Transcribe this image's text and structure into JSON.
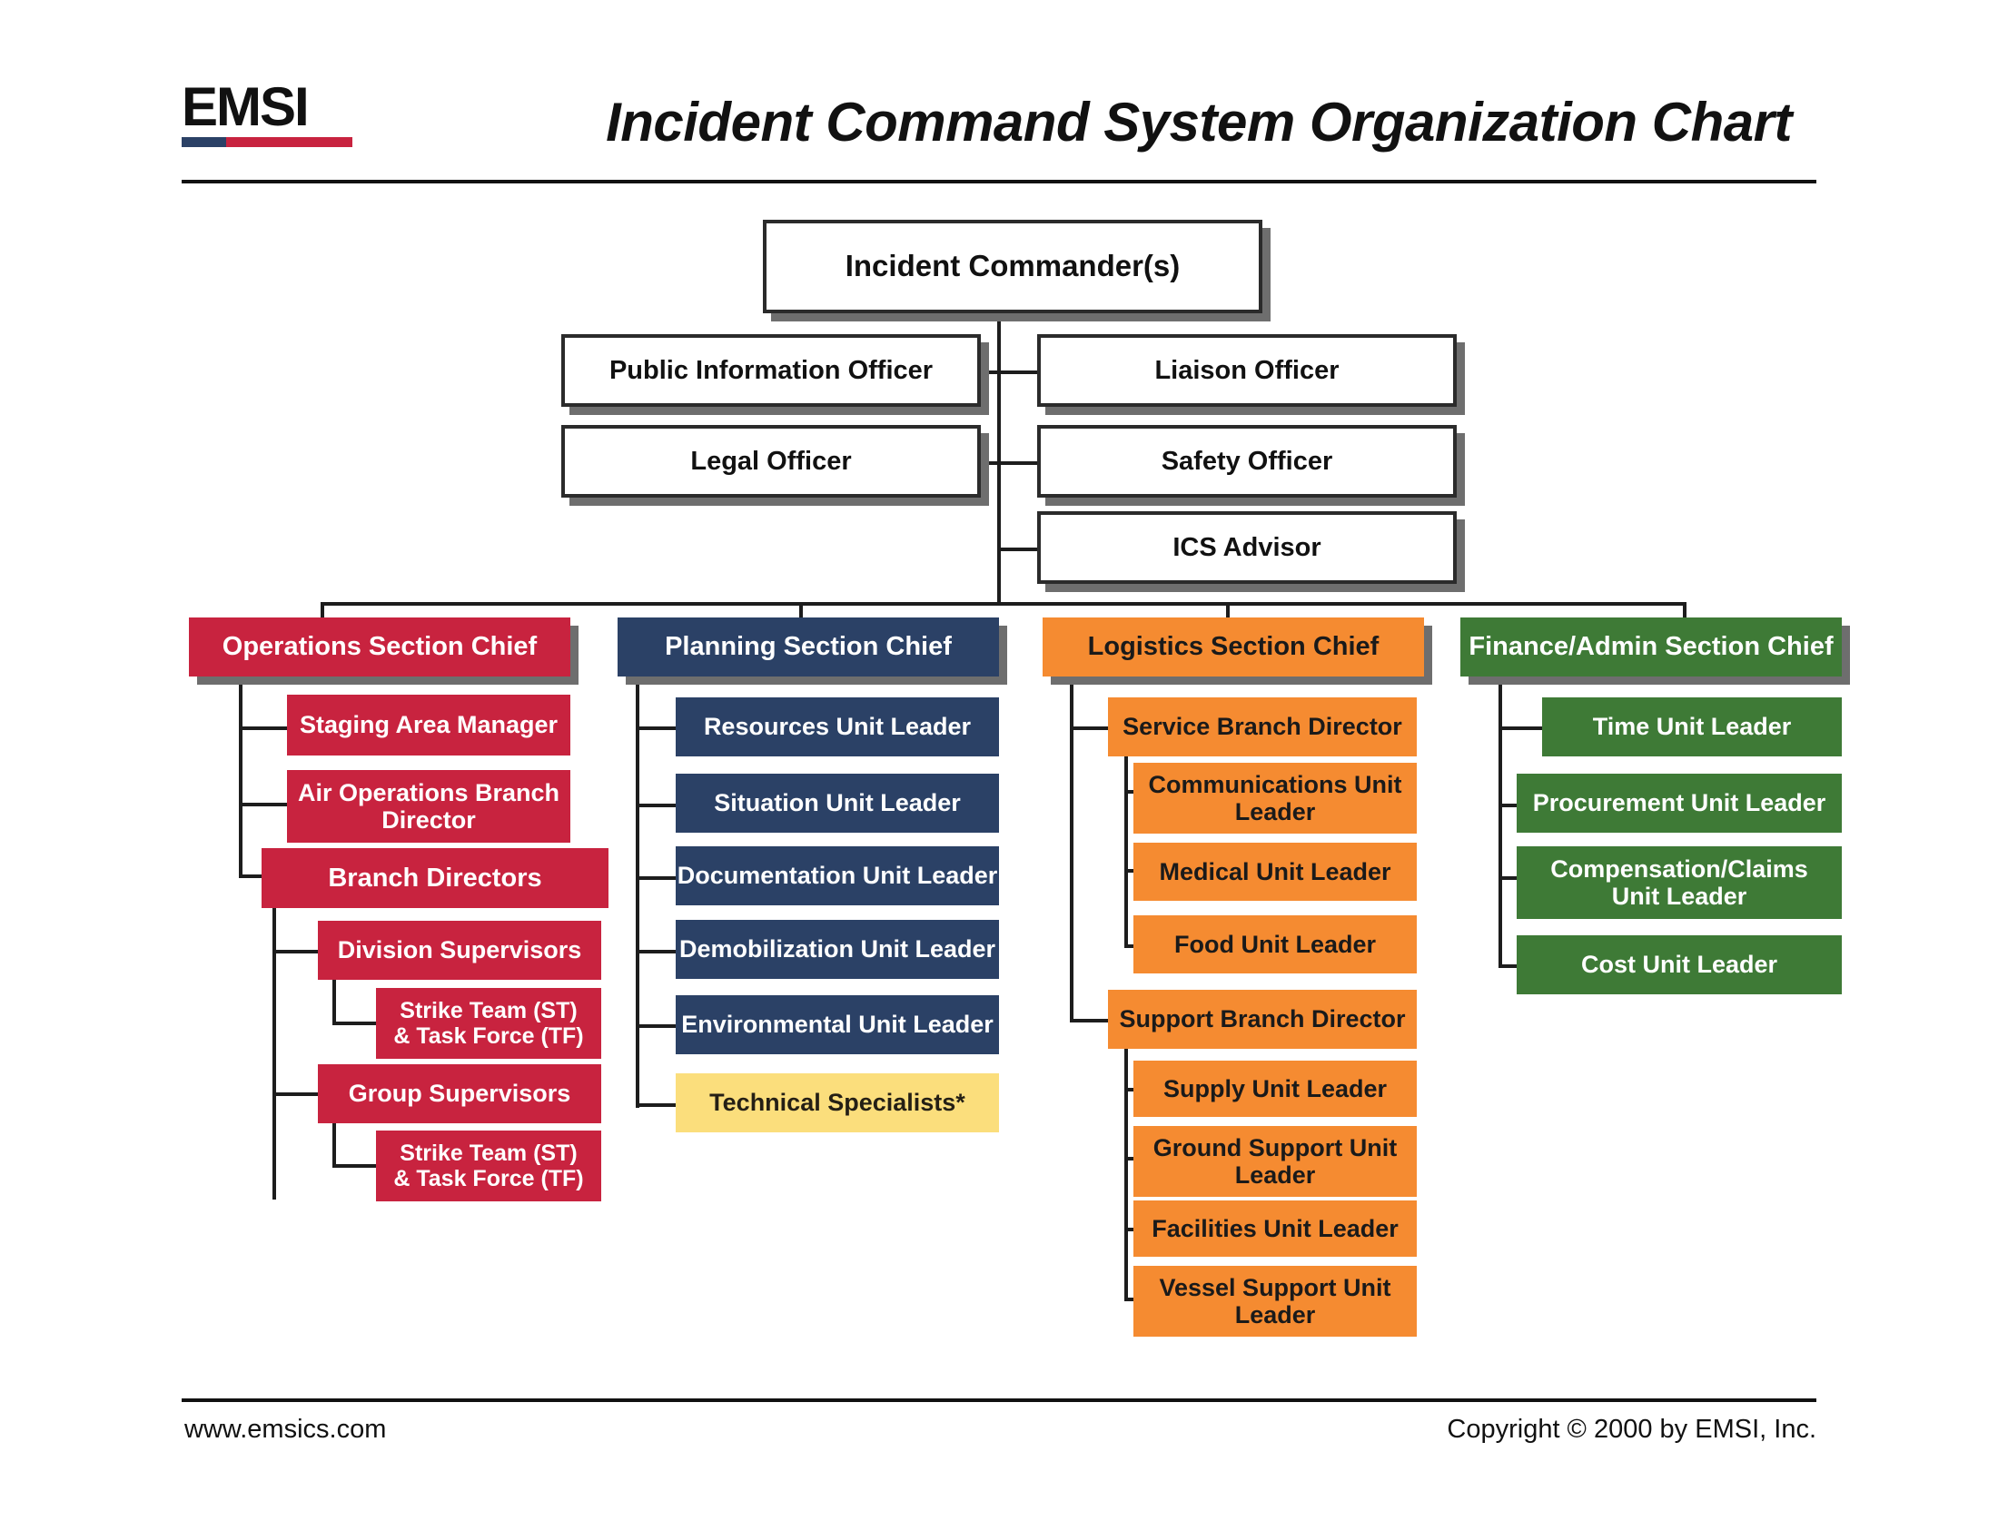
{
  "header": {
    "logo_text": "EMSI",
    "title": "Incident Command System Organization Chart"
  },
  "footer": {
    "website": "www.emsics.com",
    "copyright": "Copyright © 2000 by EMSI, Inc."
  },
  "colors": {
    "operations": "#C8233F",
    "planning": "#2B4166",
    "logistics": "#F58B31",
    "finance": "#3E7A36",
    "technical_specialists": "#FBDE7C",
    "command_staff": "#FFFFFF",
    "line": "#1D1D1D",
    "shadow": "#6E6E6E",
    "logo_bar_left": "#2B4166",
    "logo_bar_right": "#C8233F"
  },
  "command": {
    "incident_commander": "Incident Commander(s)",
    "public_information_officer": "Public Information Officer",
    "liaison_officer": "Liaison Officer",
    "legal_officer": "Legal Officer",
    "safety_officer": "Safety Officer",
    "ics_advisor": "ICS Advisor"
  },
  "sections": {
    "operations": {
      "chief": "Operations Section Chief",
      "staging_area_manager": "Staging Area Manager",
      "air_operations_branch_director": "Air Operations Branch Director",
      "branch_directors": "Branch Directors",
      "division_supervisors": "Division Supervisors",
      "strike_team_task_force_1": "Strike Team (ST)\n& Task Force (TF)",
      "group_supervisors": "Group Supervisors",
      "strike_team_task_force_2": "Strike Team (ST)\n& Task Force (TF)"
    },
    "planning": {
      "chief": "Planning Section Chief",
      "resources_unit_leader": "Resources Unit Leader",
      "situation_unit_leader": "Situation Unit Leader",
      "documentation_unit_leader": "Documentation Unit Leader",
      "demobilization_unit_leader": "Demobilization Unit Leader",
      "environmental_unit_leader": "Environmental Unit Leader",
      "technical_specialists": "Technical Specialists*"
    },
    "logistics": {
      "chief": "Logistics Section Chief",
      "service_branch_director": "Service Branch Director",
      "communications_unit_leader": "Communications Unit Leader",
      "medical_unit_leader": "Medical Unit Leader",
      "food_unit_leader": "Food Unit Leader",
      "support_branch_director": "Support Branch Director",
      "supply_unit_leader": "Supply Unit Leader",
      "ground_support_unit_leader": "Ground Support Unit Leader",
      "facilities_unit_leader": "Facilities Unit Leader",
      "vessel_support_unit_leader": "Vessel Support Unit Leader"
    },
    "finance": {
      "chief": "Finance/Admin Section Chief",
      "time_unit_leader": "Time Unit Leader",
      "procurement_unit_leader": "Procurement Unit Leader",
      "compensation_claims_unit_leader": "Compensation/Claims Unit Leader",
      "cost_unit_leader": "Cost Unit Leader"
    }
  }
}
